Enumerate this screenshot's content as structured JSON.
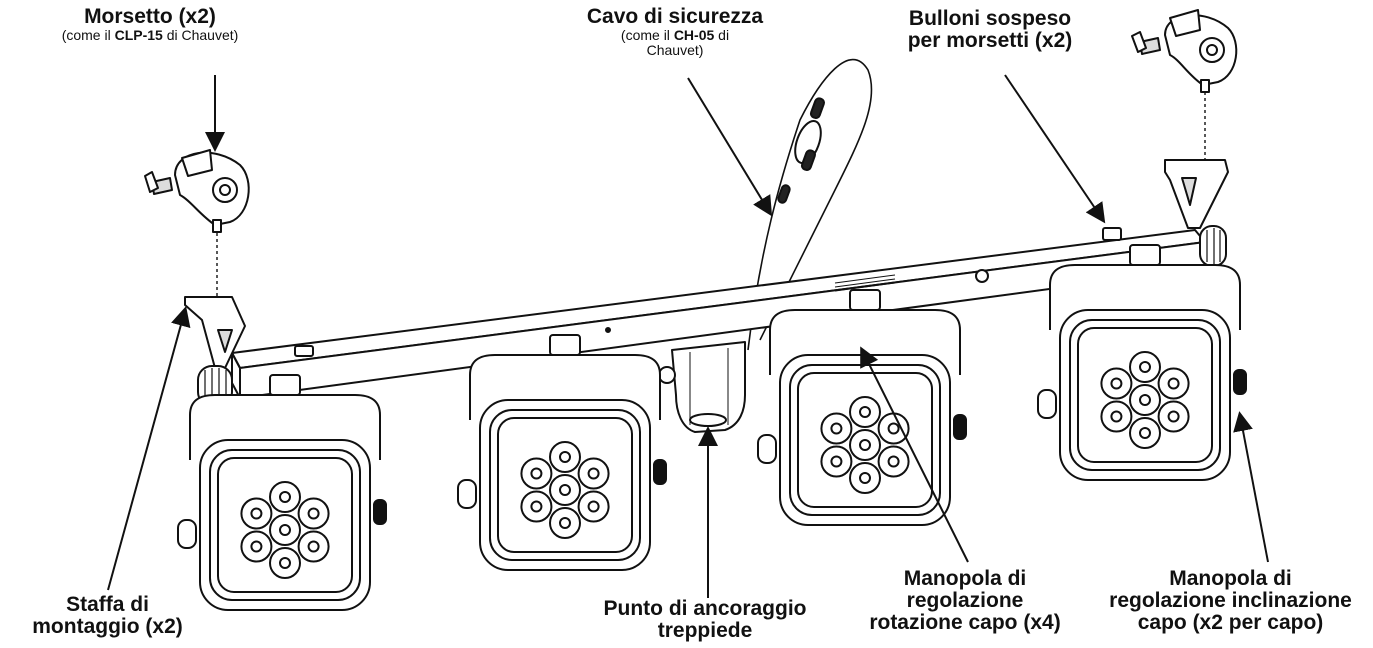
{
  "labels": {
    "clamp": {
      "title": "Morsetto (x2)",
      "note_pre": "(come il ",
      "note_bold": "CLP-15",
      "note_post": " di Chauvet)"
    },
    "safety_cable": {
      "title": "Cavo di sicurezza",
      "note_pre": "(come il ",
      "note_bold": "CH-05",
      "note_mid": " di",
      "note_line2": "Chauvet)"
    },
    "clamp_bolts": {
      "line1": "Bulloni sospeso",
      "line2": "per morsetti (x2)"
    },
    "mounting_bracket": {
      "line1": "Staffa di",
      "line2": "montaggio (x2)"
    },
    "tripod_point": {
      "line1": "Punto di ancoraggio",
      "line2": "treppiede"
    },
    "rotation_knob": {
      "line1": "Manopola di",
      "line2": "regolazione",
      "line3": "rotazione capo (x4)"
    },
    "tilt_knob": {
      "line1": "Manopola di",
      "line2": "regolazione inclinazione",
      "line3": "capo (x2 per capo)"
    }
  },
  "colors": {
    "ink": "#111111",
    "paper": "#ffffff",
    "shade": "#e6e6e6"
  },
  "parts": {
    "light_heads": 4,
    "leds_per_head": 7,
    "clamps": 2
  }
}
